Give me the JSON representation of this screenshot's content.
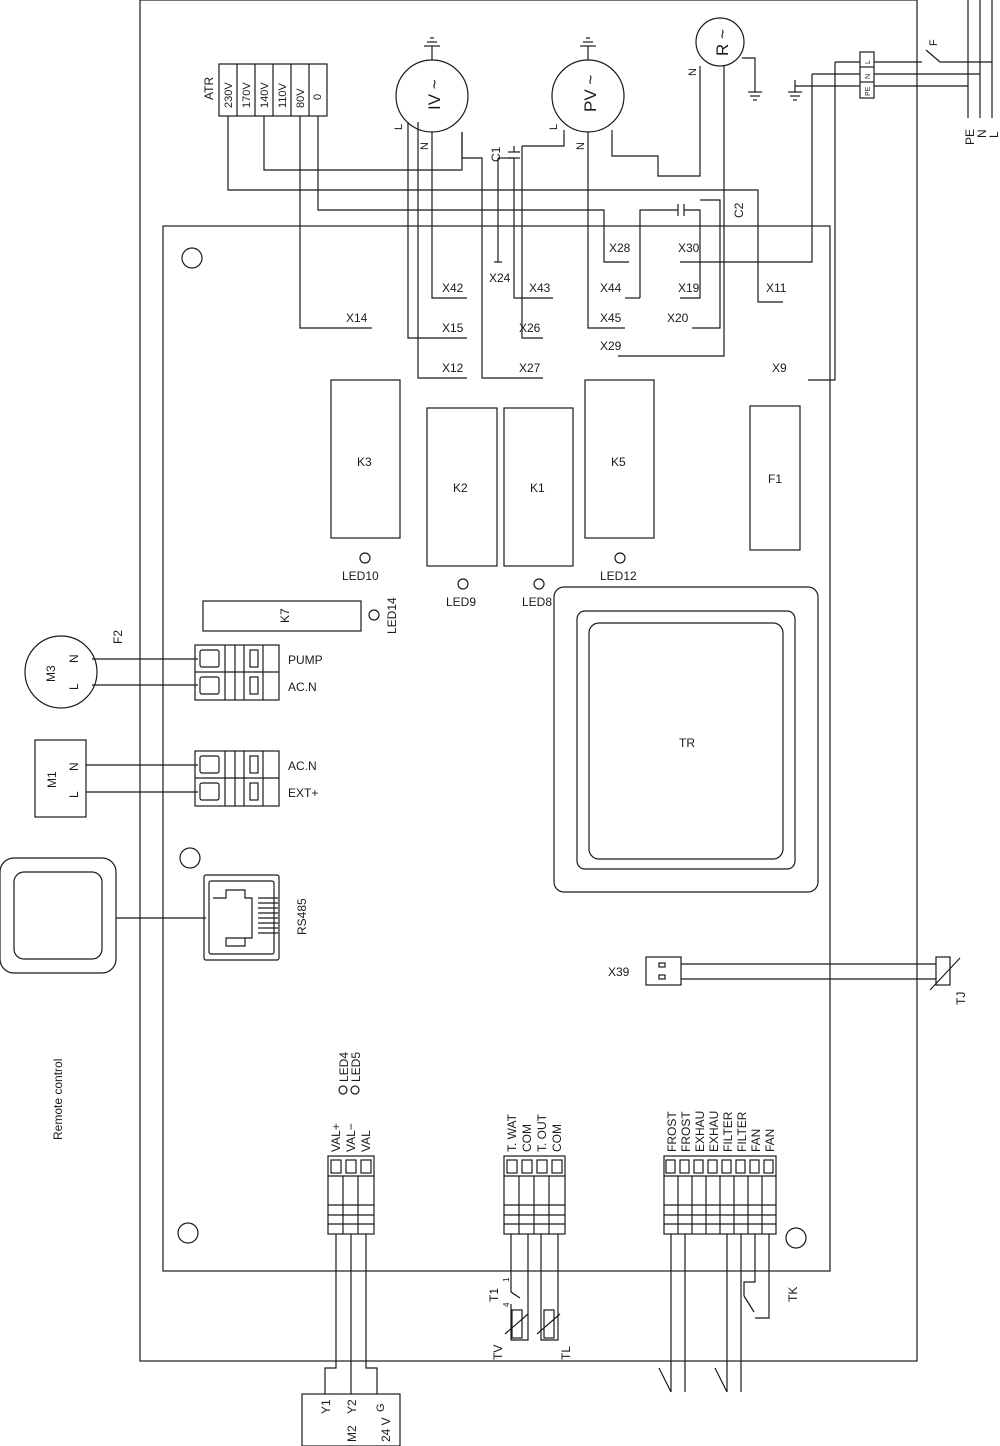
{
  "atr": {
    "label": "ATR",
    "taps": [
      "230V",
      "170V",
      "140V",
      "110V",
      "80V",
      "0"
    ]
  },
  "motors": {
    "iv": {
      "label": "IV ~",
      "l": "L",
      "n": "N"
    },
    "pv": {
      "label": "PV ~",
      "l": "L",
      "n": "N"
    },
    "r": {
      "label": "R ~",
      "n": "N"
    },
    "m3": {
      "label": "M3",
      "l": "L",
      "n": "N"
    },
    "m1": {
      "label": "M1",
      "l": "L",
      "n": "N"
    }
  },
  "supply": {
    "pe": "PE",
    "n": "N",
    "l": "L",
    "switch": "F",
    "terminals": [
      "PE",
      "N",
      "L"
    ]
  },
  "capacitors": {
    "c1": "C1",
    "c2": "C2"
  },
  "connectors": {
    "x42": "X42",
    "x24": "X24",
    "x43": "X43",
    "x28": "X28",
    "x30": "X30",
    "x44": "X44",
    "x19": "X19",
    "x11": "X11",
    "x14": "X14",
    "x15": "X15",
    "x26": "X26",
    "x45": "X45",
    "x20": "X20",
    "x29": "X29",
    "x12": "X12",
    "x27": "X27",
    "x9": "X9",
    "x39": "X39"
  },
  "relays": {
    "k3": "K3",
    "k2": "K2",
    "k1": "K1",
    "k5": "K5",
    "f1": "F1",
    "k7": "K7"
  },
  "leds": {
    "led10": "LED10",
    "led9": "LED9",
    "led8": "LED8",
    "led12": "LED12",
    "led14": "LED14",
    "led4": "LED4",
    "led5": "LED5"
  },
  "fuse_f2": "F2",
  "transformer": "TR",
  "terminals_power": {
    "pump": "PUMP",
    "acn1": "AC.N",
    "acn2": "AC.N",
    "ext": "EXT+"
  },
  "rs485": "RS485",
  "remote_control": "Remote control",
  "bottom_terminals": {
    "val": [
      "VAL+",
      "VAL−",
      "VAL"
    ],
    "temp": [
      "T. WAT",
      "COM",
      "T. OUT",
      "COM"
    ],
    "alarms": [
      "FROST",
      "FROST",
      "EXHAU",
      "EXHAU",
      "FILTER",
      "FILTER",
      "FAN",
      "FAN"
    ]
  },
  "sensors": {
    "tj": "TJ",
    "t1": "T1",
    "t1_pin4": "4",
    "t1_pin1": "1",
    "tv": "TV",
    "tl": "TL",
    "tk": "TK"
  },
  "actuator": {
    "y1": "Y1",
    "m2": "M2",
    "y2": "Y2",
    "v24": "24 V",
    "g": "G"
  }
}
